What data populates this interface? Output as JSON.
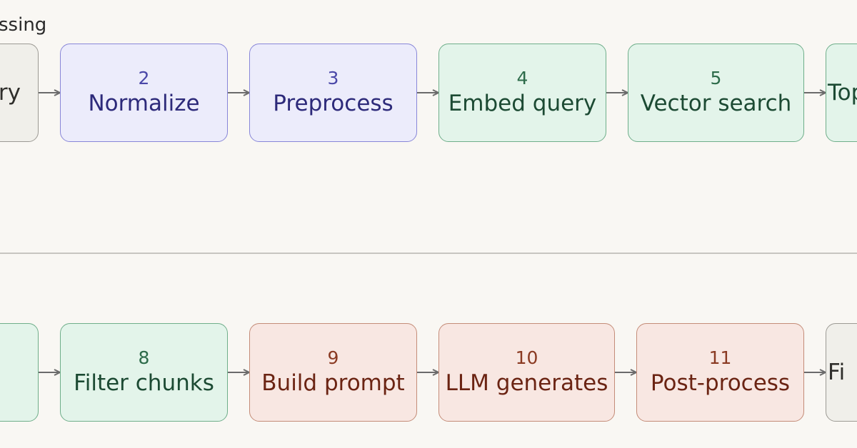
{
  "section_label": "ssing",
  "row1": [
    {
      "num": "",
      "label": "ry",
      "theme": "gray",
      "clip": "left"
    },
    {
      "num": "2",
      "label": "Normalize",
      "theme": "purple"
    },
    {
      "num": "3",
      "label": "Preprocess",
      "theme": "purple"
    },
    {
      "num": "4",
      "label": "Embed query",
      "theme": "green"
    },
    {
      "num": "5",
      "label": "Vector search",
      "theme": "green"
    },
    {
      "num": "",
      "label": "Top",
      "theme": "green",
      "clip": "right"
    }
  ],
  "row2": [
    {
      "num": "",
      "label": "",
      "theme": "green",
      "clip": "left"
    },
    {
      "num": "8",
      "label": "Filter chunks",
      "theme": "green"
    },
    {
      "num": "9",
      "label": "Build prompt",
      "theme": "red"
    },
    {
      "num": "10",
      "label": "LLM generates",
      "theme": "red"
    },
    {
      "num": "11",
      "label": "Post-process",
      "theme": "red"
    },
    {
      "num": "",
      "label": "Fi",
      "theme": "gray",
      "clip": "right"
    }
  ],
  "colors": {
    "background": "#f9f7f3",
    "arrow": "#6b6b6b",
    "divider": "#c7c5c0"
  }
}
